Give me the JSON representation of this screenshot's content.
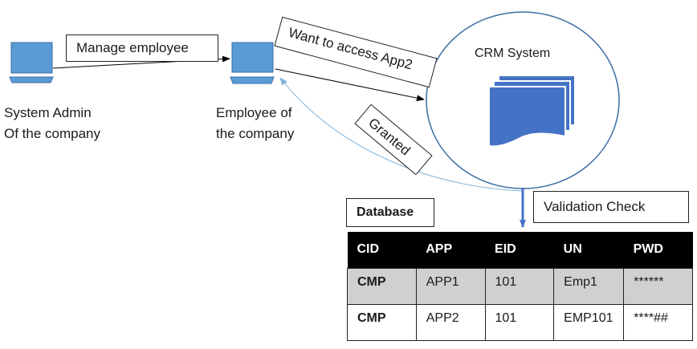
{
  "actors": {
    "admin": {
      "line1": "System Admin",
      "line2": "Of the company"
    },
    "employee": {
      "line1": "Employee of",
      "line2": "the company"
    }
  },
  "flows": {
    "manage": "Manage employee",
    "access": "Want to access App2",
    "granted": "Granted",
    "validation": "Validation Check"
  },
  "crm": {
    "title": "CRM System"
  },
  "database": {
    "title": "Database",
    "columns": [
      "CID",
      "APP",
      "EID",
      "UN",
      "PWD"
    ],
    "rows": [
      [
        "CMP",
        "APP1",
        "101",
        "Emp1",
        "******"
      ],
      [
        "CMP",
        "APP2",
        "101",
        "EMP101",
        "****##"
      ]
    ]
  },
  "colors": {
    "computer": "#5b9bd5",
    "computer_edge": "#3a6ea5",
    "document": "#4472c4",
    "return_line": "#7fb2d9",
    "table_header": "#000000",
    "row_shaded": "#d0d0d0"
  }
}
